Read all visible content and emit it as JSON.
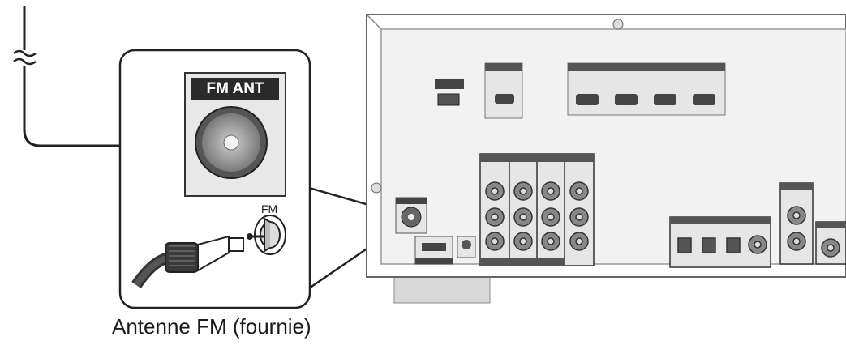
{
  "labels": {
    "fm_ant_plate": "FM ANT",
    "fm_plug": "FM",
    "caption": "Antenne FM (fournie)"
  }
}
